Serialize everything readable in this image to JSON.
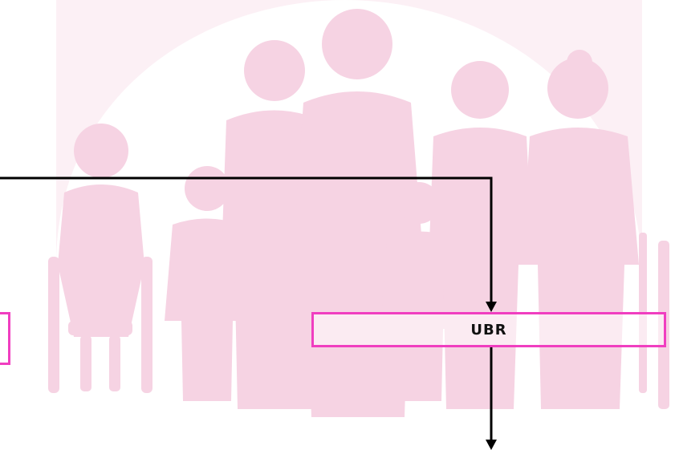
{
  "diagram": {
    "nodes": [
      {
        "id": "left-box",
        "label": ""
      },
      {
        "id": "ubr",
        "label": "UBR"
      }
    ],
    "edges": [
      {
        "from": "left-offscreen",
        "to": "ubr"
      },
      {
        "from": "ubr",
        "to": "bottom-offscreen"
      }
    ]
  },
  "colors": {
    "box_border": "#f03ec0",
    "silhouette_fill": "#f6d3e3",
    "arrow": "#000000",
    "text": "#111111"
  },
  "background": {
    "icon": "family-silhouette-watermark"
  }
}
